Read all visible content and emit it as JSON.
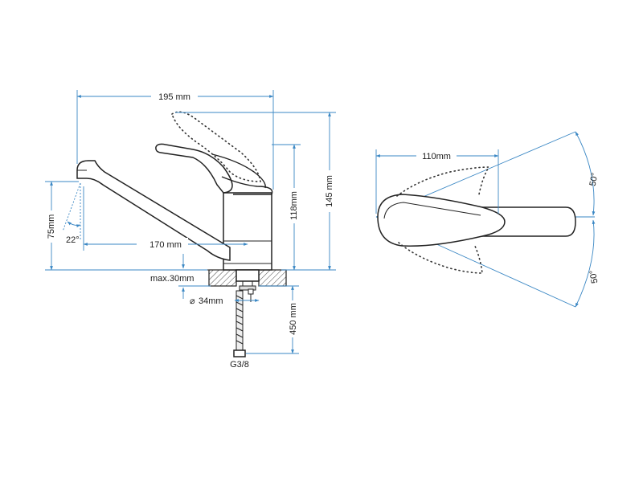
{
  "drawing": {
    "side_view": {
      "width_label": "195 mm",
      "height_label": "145 mm",
      "body_height_label": "118mm",
      "spout_height_label": "75mm",
      "spout_angle_label": "22°",
      "reach_label": "170 mm",
      "max_thickness_label": "max.30mm",
      "hole_diameter_label": "34mm",
      "hose_length_label": "450 mm",
      "thread_label": "G3/8"
    },
    "top_view": {
      "width_label": "110mm",
      "angle_upper_label": "50°",
      "angle_lower_label": "50°"
    }
  },
  "colors": {
    "dimension_line": "#3a87c4",
    "outline": "#222222",
    "text": "#1b1b1b"
  }
}
